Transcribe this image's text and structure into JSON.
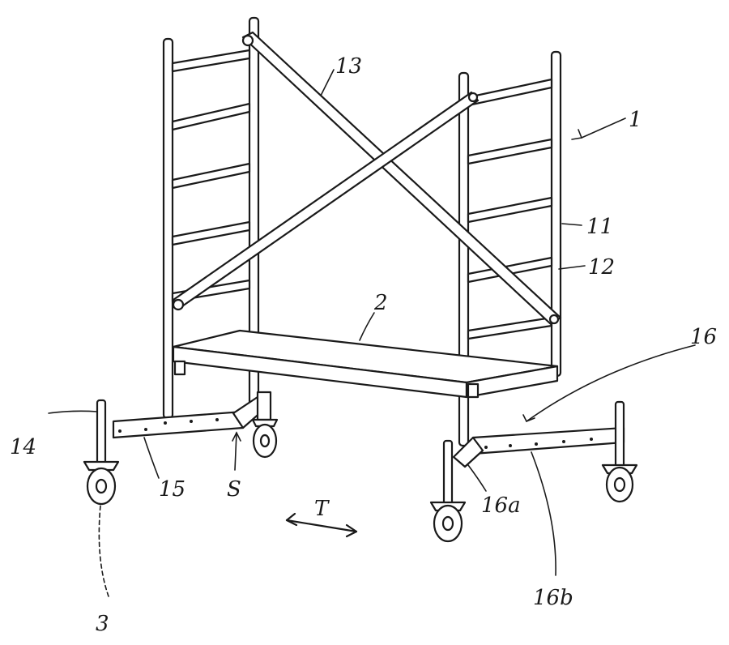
{
  "figure": {
    "labels": {
      "l1": "1",
      "l2": "2",
      "l3": "3",
      "l11": "11",
      "l12": "12",
      "l13": "13",
      "l14": "14",
      "l15": "15",
      "l16": "16",
      "l16a": "16a",
      "l16b": "16b",
      "lS": "S",
      "lT": "T"
    }
  }
}
